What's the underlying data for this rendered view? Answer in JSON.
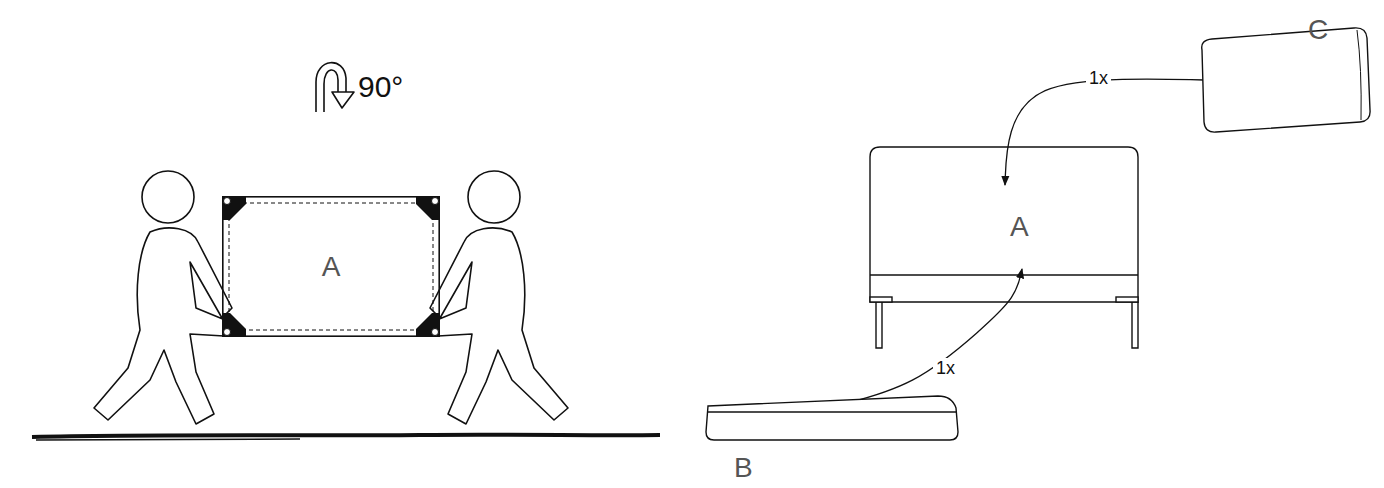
{
  "diagram": {
    "nodes": [
      {
        "text": [
          "A"
        ]
      },
      {
        "text": [
          "A"
        ]
      },
      {
        "text": [
          "C"
        ]
      },
      {
        "text": [
          "B"
        ]
      }
    ],
    "edges": [
      {
        "from": 2,
        "to": 1,
        "arrow": "to",
        "label": "1x"
      },
      {
        "from": 3,
        "to": 1,
        "arrow": "to",
        "label": "1x"
      }
    ],
    "labels": [
      "90°"
    ]
  }
}
